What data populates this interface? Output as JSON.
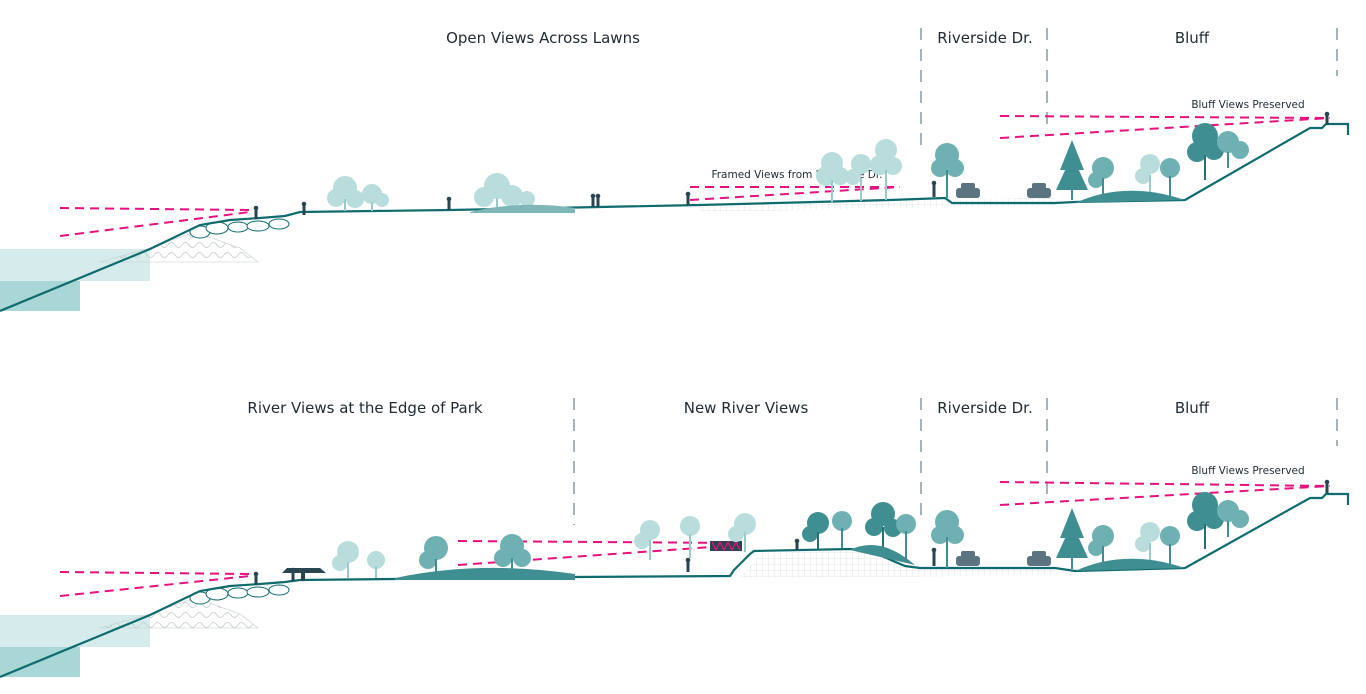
{
  "colors": {
    "ground": "#0f6b6d",
    "water_light": "#d6ecec",
    "water_dark": "#a9d6d6",
    "sightline": "#e6117f",
    "divider": "#8a9aa4",
    "tree_dark": "#3f8f92",
    "tree_mid": "#6fb0b2",
    "tree_light": "#b9dcdc",
    "riprap": "#c9cfd2",
    "fill_hatch": "#cfd6d9",
    "figure": "#2a4450"
  },
  "sections": [
    {
      "id": "existing",
      "zones": [
        {
          "label": "Open Views Across Lawns"
        },
        {
          "label": "Riverside Dr."
        },
        {
          "label": "Bluff"
        }
      ],
      "annotations": [
        {
          "label": "Framed Views from Riverside Dr."
        },
        {
          "label": "Bluff Views Preserved"
        }
      ]
    },
    {
      "id": "proposed",
      "zones": [
        {
          "label": "River Views at the Edge of Park"
        },
        {
          "label": "New River Views"
        },
        {
          "label": "Riverside Dr."
        },
        {
          "label": "Bluff"
        }
      ],
      "annotations": [
        {
          "label": "Bluff Views Preserved"
        }
      ]
    }
  ],
  "icons": {
    "tree": "deciduous-tree-icon",
    "conifer": "conifer-tree-icon",
    "person": "person-silhouette-icon",
    "car": "car-icon"
  }
}
